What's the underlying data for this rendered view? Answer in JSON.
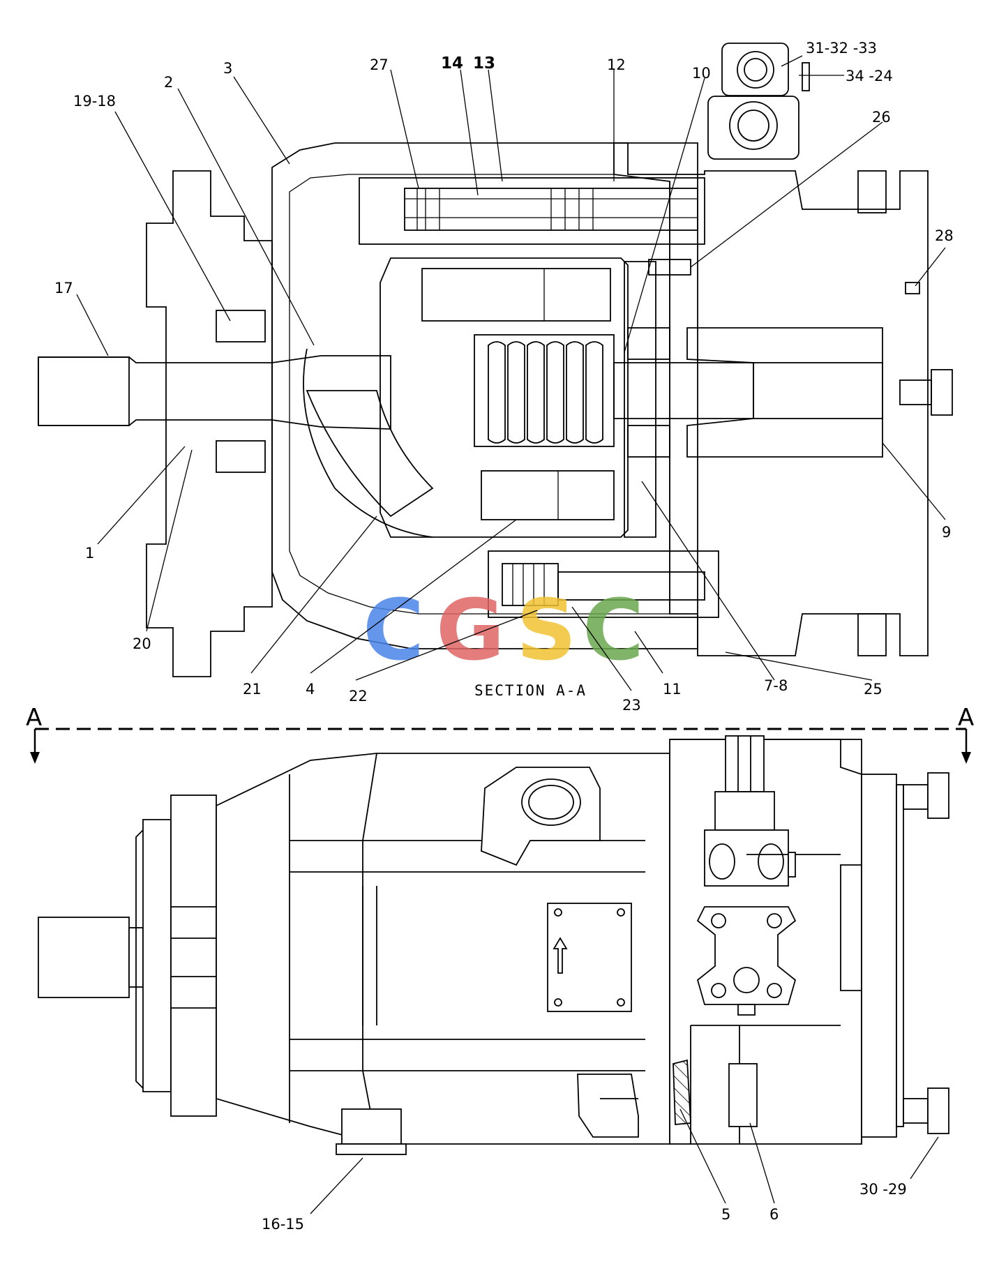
{
  "section_title": "SECTION A-A",
  "section_markers": {
    "left": "A",
    "right": "A"
  },
  "watermark": {
    "text": "CGSC",
    "colors": [
      "#4a86e8",
      "#e06666",
      "#f1c232",
      "#6aa84f"
    ]
  },
  "callouts": [
    {
      "id": "c31",
      "text": "31-32 -33"
    },
    {
      "id": "c34",
      "text": "34 -24"
    },
    {
      "id": "c26",
      "text": "26"
    },
    {
      "id": "c10",
      "text": "10"
    },
    {
      "id": "c12",
      "text": "12"
    },
    {
      "id": "c13",
      "text": "13"
    },
    {
      "id": "c14",
      "text": "14"
    },
    {
      "id": "c27",
      "text": "27"
    },
    {
      "id": "c3",
      "text": "3"
    },
    {
      "id": "c2",
      "text": "2"
    },
    {
      "id": "c1918",
      "text": "19-18"
    },
    {
      "id": "c17",
      "text": "17"
    },
    {
      "id": "c28",
      "text": "28"
    },
    {
      "id": "c9",
      "text": "9"
    },
    {
      "id": "c1",
      "text": "1"
    },
    {
      "id": "c20",
      "text": "20"
    },
    {
      "id": "c21",
      "text": "21"
    },
    {
      "id": "c4",
      "text": "4"
    },
    {
      "id": "c22",
      "text": "22"
    },
    {
      "id": "c23",
      "text": "23"
    },
    {
      "id": "c11",
      "text": "11"
    },
    {
      "id": "c78",
      "text": "7-8"
    },
    {
      "id": "c25",
      "text": "25"
    },
    {
      "id": "c1615",
      "text": "16-15"
    },
    {
      "id": "c5",
      "text": "5"
    },
    {
      "id": "c6",
      "text": "6"
    },
    {
      "id": "c3029",
      "text": "30 -29"
    }
  ]
}
